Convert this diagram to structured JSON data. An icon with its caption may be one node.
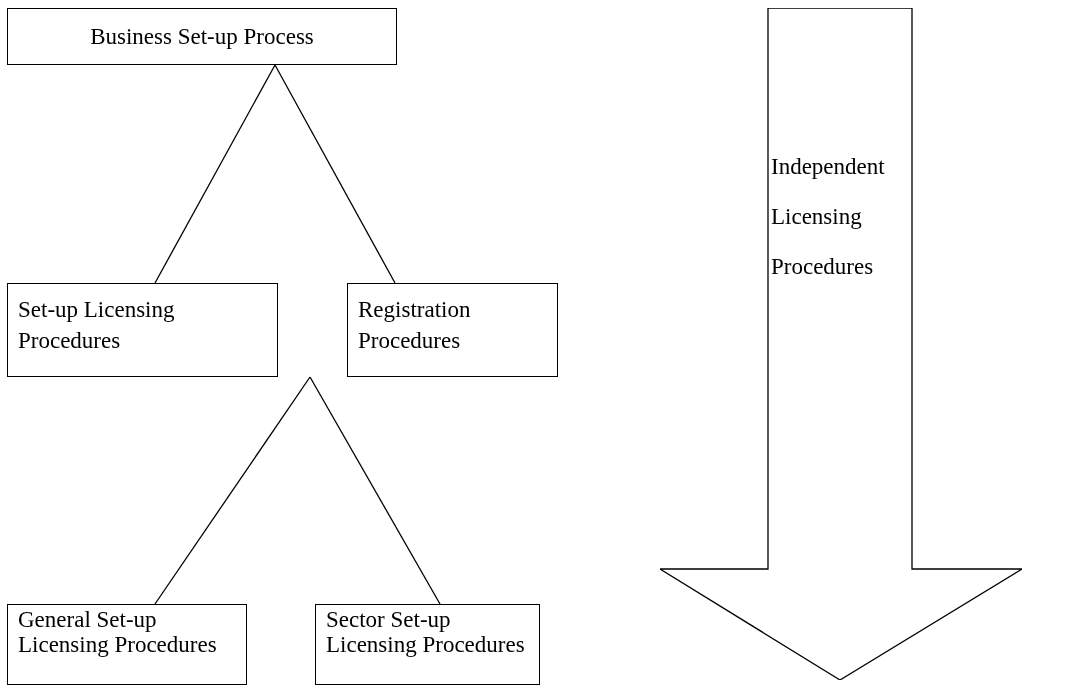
{
  "diagram": {
    "nodes": [
      {
        "text": [
          "Business Set-up Process"
        ]
      },
      {
        "text": [
          "Set-up Licensing Procedures"
        ]
      },
      {
        "text": [
          "Registration Procedures"
        ]
      },
      {
        "text": [
          "General Set-up Licensing Procedures"
        ]
      },
      {
        "text": [
          "Sector Set-up Licensing Procedures"
        ]
      },
      {
        "text": [
          "Independent Licensing Procedures"
        ]
      }
    ],
    "edges": [
      {
        "from": 0,
        "to": 1,
        "arrow": "none"
      },
      {
        "from": 0,
        "to": 2,
        "arrow": "none"
      },
      {
        "from": 1,
        "to": 3,
        "arrow": "none"
      },
      {
        "from": 1,
        "to": 4,
        "arrow": "none"
      }
    ]
  }
}
